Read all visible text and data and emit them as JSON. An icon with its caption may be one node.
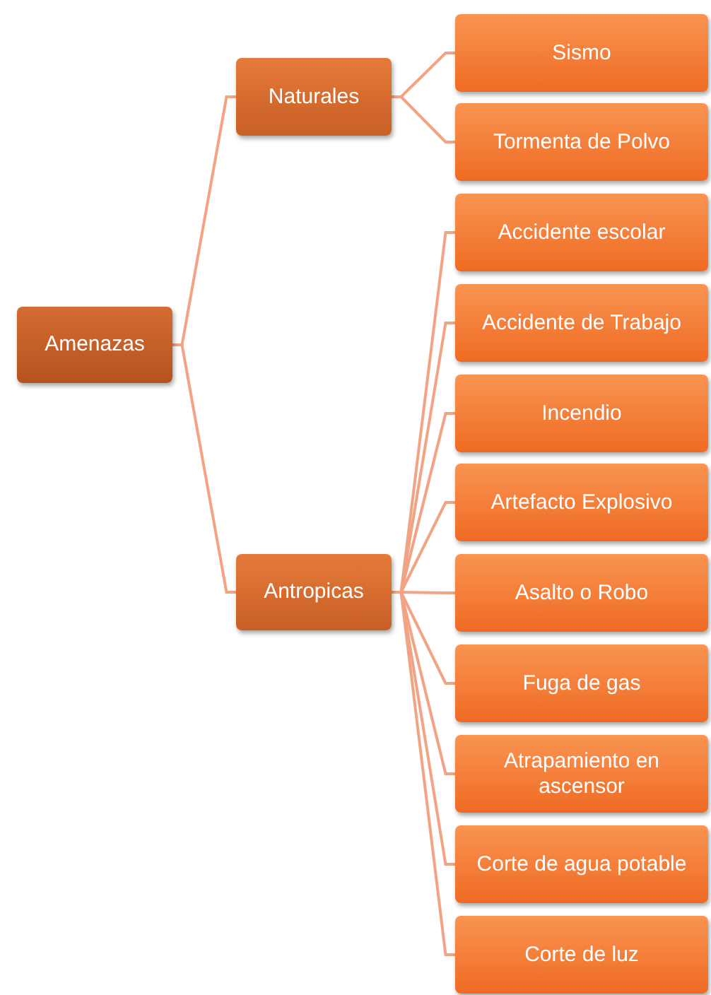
{
  "diagram": {
    "nodes": [
      {
        "text": [
          "Amenazas"
        ]
      },
      {
        "text": [
          "Naturales"
        ]
      },
      {
        "text": [
          "Sismo"
        ]
      },
      {
        "text": [
          "Tormenta de Polvo"
        ]
      },
      {
        "text": [
          "Antropicas"
        ]
      },
      {
        "text": [
          "Accidente escolar"
        ]
      },
      {
        "text": [
          "Accidente de Trabajo"
        ]
      },
      {
        "text": [
          "Incendio"
        ]
      },
      {
        "text": [
          "Artefacto Explosivo"
        ]
      },
      {
        "text": [
          "Asalto o Robo"
        ]
      },
      {
        "text": [
          "Fuga de gas"
        ]
      },
      {
        "text": [
          "Atrapamiento en ascensor"
        ]
      },
      {
        "text": [
          "Corte de agua potable"
        ]
      },
      {
        "text": [
          "Corte de luz"
        ]
      }
    ],
    "edges": [
      {
        "from": 0,
        "to": 1,
        "arrow": "none"
      },
      {
        "from": 0,
        "to": 4,
        "arrow": "none"
      },
      {
        "from": 1,
        "to": 2,
        "arrow": "none"
      },
      {
        "from": 1,
        "to": 3,
        "arrow": "none"
      },
      {
        "from": 4,
        "to": 5,
        "arrow": "none"
      },
      {
        "from": 4,
        "to": 6,
        "arrow": "none"
      },
      {
        "from": 4,
        "to": 7,
        "arrow": "none"
      },
      {
        "from": 4,
        "to": 8,
        "arrow": "none"
      },
      {
        "from": 4,
        "to": 9,
        "arrow": "none"
      },
      {
        "from": 4,
        "to": 10,
        "arrow": "none"
      },
      {
        "from": 4,
        "to": 11,
        "arrow": "none"
      },
      {
        "from": 4,
        "to": 12,
        "arrow": "none"
      },
      {
        "from": 4,
        "to": 13,
        "arrow": "none"
      }
    ]
  }
}
